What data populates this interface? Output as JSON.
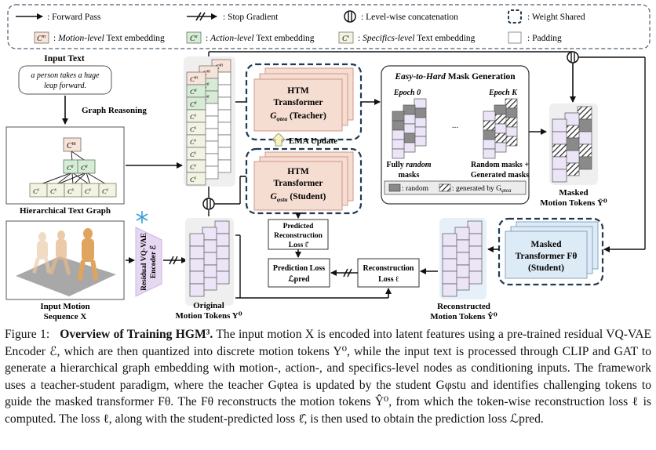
{
  "legend": {
    "forward": "Forward Pass",
    "stop": "Stop Gradient",
    "concat": "Level-wise concatenation",
    "shared": "Weight Shared",
    "motion_sym": "C",
    "motion_sup": "m",
    "motion_emph": "Motion-level",
    "motion_rest": "Text embedding",
    "action_sym": "C",
    "action_sup": "a",
    "action_emph": "Action-level",
    "action_rest": "Text embedding",
    "spec_sym": "C",
    "spec_sup": "s",
    "spec_emph": "Specifics-level",
    "spec_rest": "Text embedding",
    "padding": "Padding"
  },
  "input_text": {
    "title": "Input Text",
    "line1": "a person takes a huge",
    "line2": "leap forward."
  },
  "graph_reasoning": "Graph Reasoning",
  "graph_label": "Hierarchical Text Graph",
  "input_motion": {
    "line1": "Input Motion",
    "line2": "Sequence X"
  },
  "encoder": {
    "line1": "Residual VQ-VAE",
    "line2": "Encoder ℰ"
  },
  "original_tokens": {
    "line1": "Original",
    "line2": "Motion Tokens Y⁰"
  },
  "teacher": {
    "l1": "HTM",
    "l2": "Transformer",
    "l3": "G",
    "sub": "φtea",
    "l3b": "(Teacher)"
  },
  "student": {
    "l1": "HTM",
    "l2": "Transformer",
    "l3": "G",
    "sub": "φstu",
    "l3b": "(Student)"
  },
  "ema": "EMA Update",
  "mask_gen": {
    "title_emph": "Easy-to-Hard",
    "title_rest": "Mask Generation",
    "epoch0": "Epoch 0",
    "epochk": "Epoch K",
    "dots": "...",
    "left_l1a": "Fully ",
    "left_l1b": "random",
    "left_l2": "masks",
    "right_l1": "Random masks +",
    "right_l2": "Generated masks",
    "key_random": ": random",
    "key_gen": ": generated by G",
    "key_sub": "φtea"
  },
  "masked_tokens": {
    "line1": "Masked",
    "line2": "Motion Tokens Ȳ⁰"
  },
  "predicted_loss": {
    "l1": "Predicted",
    "l2": "Reconstruction",
    "l3": "Loss ℓ̂"
  },
  "prediction_loss": {
    "l1": "Prediction Loss",
    "l2": "ℒpred"
  },
  "reconstruction_loss": {
    "l1": "Reconstruction",
    "l2": "Loss ℓ"
  },
  "recon_tokens": {
    "line1": "Reconstructed",
    "line2": "Motion Tokens Ŷ⁰"
  },
  "masked_transformer": {
    "l1": "Masked",
    "l2": "Transformer Fθ",
    "l3": "(Student)"
  },
  "graph_nodes": {
    "root": "C",
    "root_sup": "m",
    "mid": "C",
    "mid_sup": "a",
    "leaf": "C",
    "leaf_sup": "s"
  },
  "colors": {
    "motion": "#f7e3d8",
    "action": "#d6ecd6",
    "specifics": "#f3f3e3",
    "token": "#ece4f7",
    "dark_blue": "#1f3a52",
    "teacher_fill": "#f6ddd2",
    "encoder_fill": "#e6d8f2",
    "masked_fill": "#ddebf6"
  },
  "caption": {
    "prefix": "Figure 1:",
    "bold": "Overview of Training HGM³.",
    "body": "The input motion X is encoded into latent features using a pre-trained residual VQ-VAE Encoder ℰ, which are then quantized into discrete motion tokens Y⁰, while the input text is processed through CLIP and GAT to generate a hierarchical graph embedding with motion-, action-, and specifics-level nodes as conditioning inputs. The framework uses a teacher-student paradigm, where the teacher Gφtea is updated by the student Gφstu and identifies challenging tokens to guide the masked transformer Fθ. The Fθ reconstructs the motion tokens Ŷ⁰, from which the token-wise reconstruction loss ℓ is computed. The loss ℓ, along with the student-predicted loss ℓ̂, is then used to obtain the prediction loss ℒpred."
  }
}
